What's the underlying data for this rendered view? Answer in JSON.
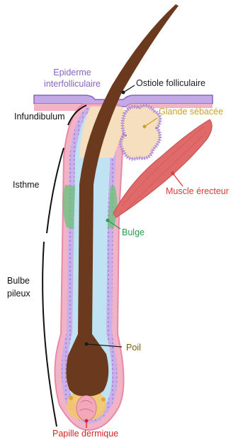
{
  "labels": {
    "epiderme": "Epiderme interfolliculaire",
    "ostiole": "Ostiole folliculaire",
    "glande": "Glande sébacée",
    "infundibulum": "Infundibulum",
    "isthme": "Isthme",
    "muscle": "Muscle érecteur",
    "bulge": "Bulge",
    "bulbe": "Bulbe pileux",
    "poil": "Poil",
    "papille": "Papille dermique"
  },
  "colors": {
    "epiderme": "#8a63c5",
    "ostiole": "#1a1a1a",
    "glande": "#c9a227",
    "muscle": "#d43c3c",
    "bulge": "#2a9d48",
    "poil": "#7a5a00",
    "papille": "#d42626",
    "region_text": "#111111"
  }
}
